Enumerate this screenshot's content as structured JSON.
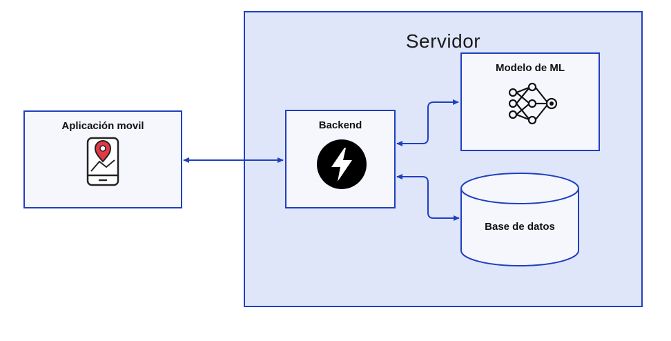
{
  "server": {
    "title": "Servidor"
  },
  "nodes": {
    "app": {
      "title": "Aplicación movil",
      "icon": "mobile-map-pin-icon"
    },
    "backend": {
      "title": "Backend",
      "icon": "lightning-bolt-icon"
    },
    "ml": {
      "title": "Modelo de ML",
      "icon": "neural-network-icon"
    },
    "database": {
      "title": "Base de datos",
      "icon": "database-cylinder"
    }
  },
  "colors": {
    "border": "#1f3fbf",
    "server_fill": "#dfe6fa",
    "node_fill": "#f5f7fd",
    "pin": "#e03a46"
  }
}
